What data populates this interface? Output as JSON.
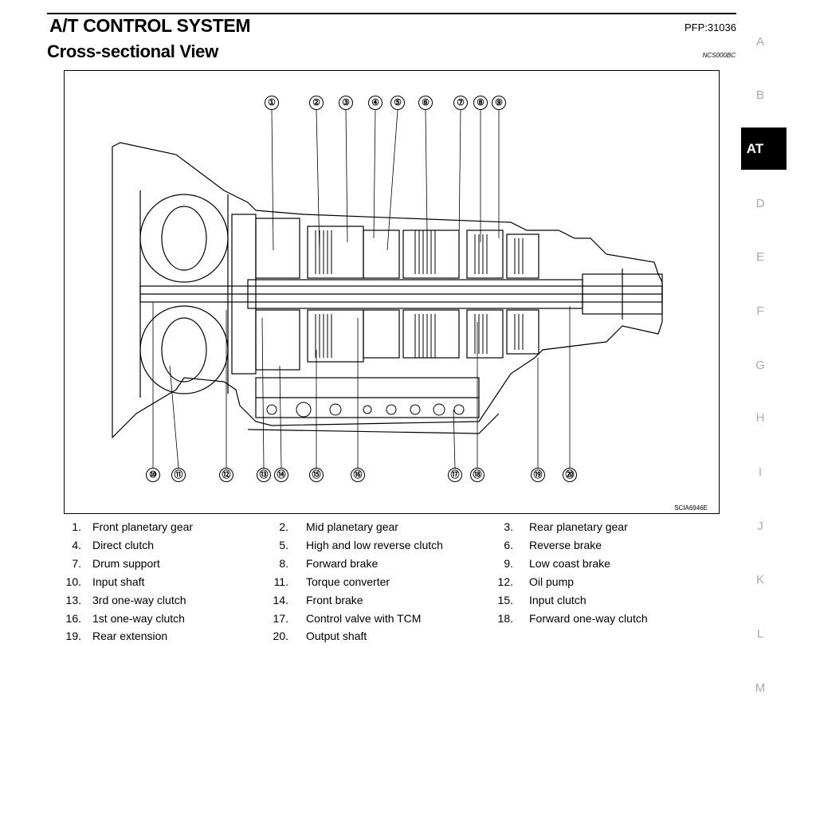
{
  "header": {
    "title": "A/T CONTROL SYSTEM",
    "pfp": "PFP:31036",
    "subtitle": "Cross-sectional View",
    "section_code": "NCS000BC"
  },
  "figure": {
    "code": "SCIA6946E",
    "callouts_top": [
      "①",
      "②",
      "③",
      "④",
      "⑤",
      "⑥",
      "⑦",
      "⑧",
      "⑨"
    ],
    "callouts_bottom": [
      "⑩",
      "⑪",
      "⑫",
      "⑬",
      "⑭",
      "⑮",
      "⑯",
      "⑰",
      "⑱",
      "⑲",
      "⑳"
    ]
  },
  "legend": [
    {
      "num": "1.",
      "label": "Front planetary gear"
    },
    {
      "num": "2.",
      "label": "Mid planetary gear"
    },
    {
      "num": "3.",
      "label": "Rear planetary gear"
    },
    {
      "num": "4.",
      "label": "Direct clutch"
    },
    {
      "num": "5.",
      "label": "High and low reverse clutch"
    },
    {
      "num": "6.",
      "label": "Reverse brake"
    },
    {
      "num": "7.",
      "label": "Drum support"
    },
    {
      "num": "8.",
      "label": "Forward brake"
    },
    {
      "num": "9.",
      "label": "Low coast brake"
    },
    {
      "num": "10.",
      "label": "Input shaft"
    },
    {
      "num": "11.",
      "label": "Torque converter"
    },
    {
      "num": "12.",
      "label": "Oil pump"
    },
    {
      "num": "13.",
      "label": "3rd one-way clutch"
    },
    {
      "num": "14.",
      "label": "Front brake"
    },
    {
      "num": "15.",
      "label": "Input clutch"
    },
    {
      "num": "16.",
      "label": "1st one-way clutch"
    },
    {
      "num": "17.",
      "label": "Control valve with TCM"
    },
    {
      "num": "18.",
      "label": "Forward one-way clutch"
    },
    {
      "num": "19.",
      "label": "Rear extension"
    },
    {
      "num": "20.",
      "label": "Output shaft"
    }
  ],
  "tabs": {
    "letters": [
      "A",
      "B",
      "D",
      "E",
      "F",
      "G",
      "H",
      "I",
      "J",
      "K",
      "L",
      "M"
    ],
    "active": "AT"
  }
}
